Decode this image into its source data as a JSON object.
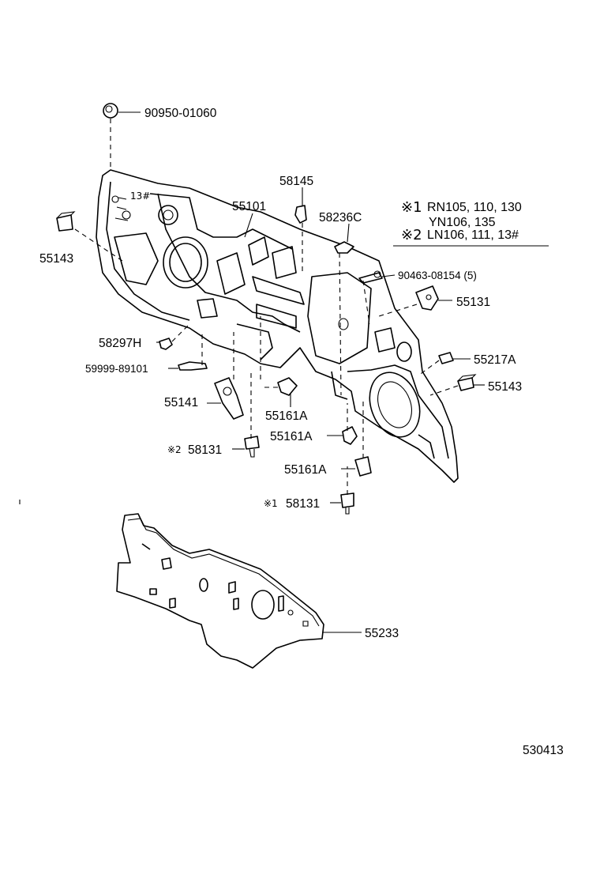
{
  "parts": {
    "p_90950_01060": "90950-01060",
    "p_55101": "55101",
    "p_58145": "58145",
    "p_58236c": "58236C",
    "p_55143_left": "55143",
    "p_90463_08154": "90463-08154 (5)",
    "p_55131": "55131",
    "p_58297h": "58297H",
    "p_59999_89101": "59999-89101",
    "p_55217a": "55217A",
    "p_55143_right": "55143",
    "p_55141": "55141",
    "p_55161a_1": "55161A",
    "p_55161a_2": "55161A",
    "p_55161a_3": "55161A",
    "p_58131_2": "58131",
    "p_58131_1": "58131",
    "p_55233": "55233"
  },
  "markers": {
    "mark_2_small": "※2",
    "mark_1_small": "※1"
  },
  "notes": {
    "note1_mark": "※1",
    "note1_line1": "RN105, 110, 130",
    "note1_line2": "YN106, 135",
    "note2_mark": "※2",
    "note2_line": "LN106, 111, 13#"
  },
  "drawing_number": "530413"
}
